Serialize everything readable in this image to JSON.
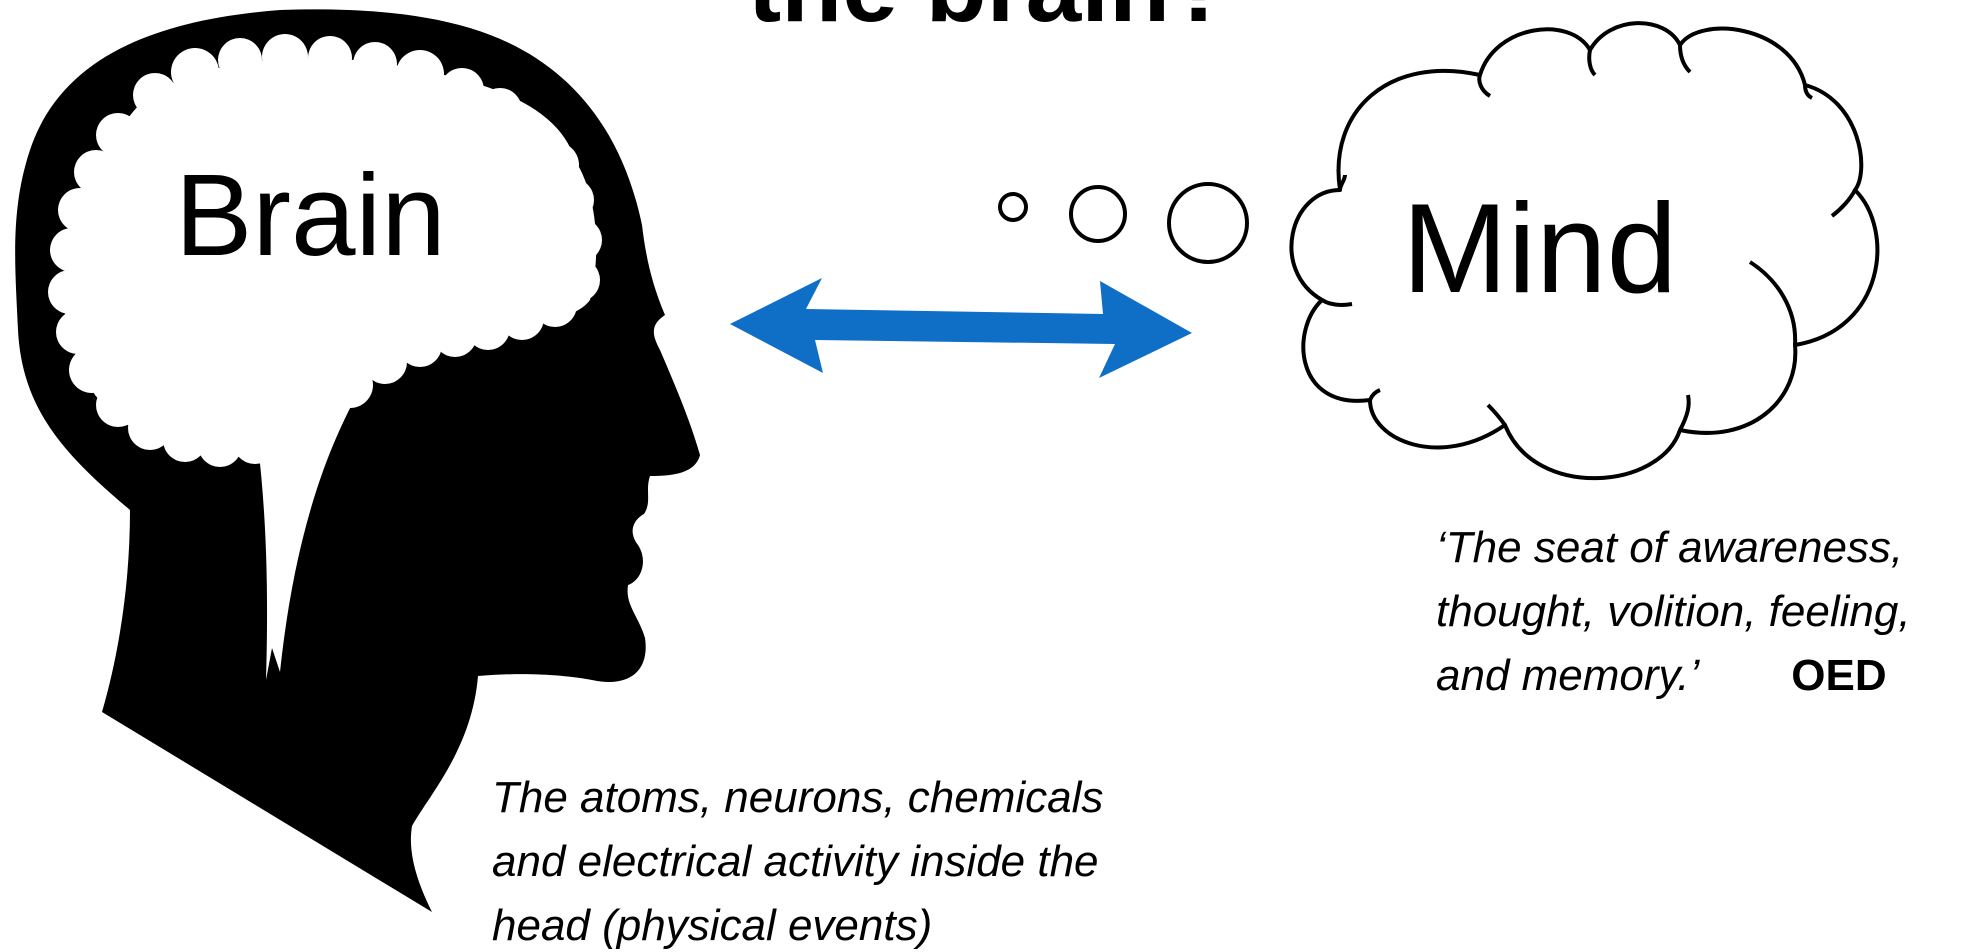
{
  "title": "the brain?",
  "brain": {
    "label": "Brain",
    "caption_lines": [
      "The atoms, neurons, chemicals",
      "and electrical activity inside the",
      "head (physical events)"
    ]
  },
  "mind": {
    "label": "Mind",
    "quote_lines": [
      "‘The seat of awareness,",
      "thought, volition, feeling,",
      "and memory.’"
    ],
    "source": "OED"
  },
  "colors": {
    "arrow": "#0F6FC6",
    "silhouette": "#000000",
    "background": "#FFFFFF"
  },
  "icons": {
    "head": "human-head-silhouette-icon",
    "cloud": "thought-cloud-icon",
    "arrow": "double-headed-arrow-icon"
  }
}
